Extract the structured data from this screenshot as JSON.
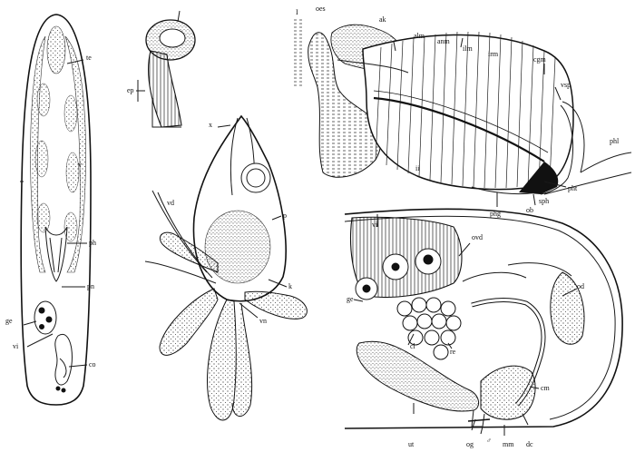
{
  "figure": {
    "panel_a": {
      "labels": {
        "te": "te",
        "v": "v",
        "ph": "ph",
        "pn": "pn",
        "ge": "ge",
        "vi": "vi",
        "co": "co"
      }
    },
    "panel_b": {
      "labels": {
        "ep": "ep"
      }
    },
    "panel_c": {
      "labels": {
        "x": "x",
        "vd": "vd",
        "p": "p",
        "k": "k",
        "vn": "vn"
      }
    },
    "panel_d": {
      "labels": {
        "oes": "oes",
        "ph_mark": "I",
        "ak": "ak",
        "alm": "alm",
        "anm": "anm",
        "ilm": "ilm",
        "irm": "irm",
        "cgm": "cgm",
        "vsp": "vsp",
        "phl": "phl",
        "pht": "pht",
        "sph": "sph",
        "phg": "phg",
        "ob": "ob",
        "ii": "ii"
      }
    },
    "panel_e": {
      "labels": {
        "vi": "vi",
        "ovd": "ovd",
        "od": "od",
        "ge": "ge",
        "cl": "cl",
        "re": "re",
        "cm": "cm",
        "ut": "ut",
        "og": "og",
        "male": "♂",
        "mm": "mm",
        "dc": "dc"
      }
    }
  }
}
